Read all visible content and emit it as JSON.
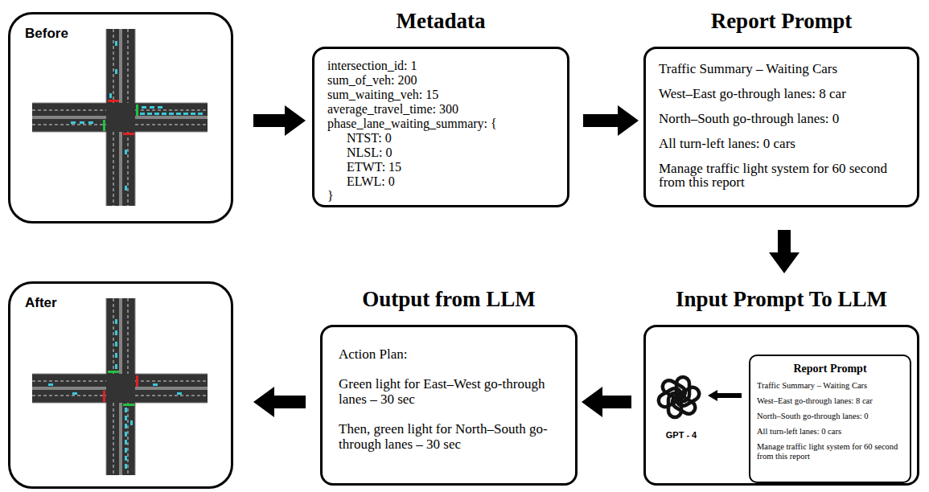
{
  "diagram": {
    "nodes": [
      {
        "text": [
          "Before"
        ]
      },
      {
        "text": [
          "Metadata",
          "intersection_id: 1",
          "sum_of_veh: 200",
          "sum_waiting_veh: 15",
          "average_travel_time: 300",
          "phase_lane_waiting_summary: {",
          "NTST: 0",
          "NLSL: 0",
          "ETWT: 15",
          "ELWL: 0",
          "}"
        ]
      },
      {
        "text": [
          "Report Prompt",
          "Traffic Summary – Waiting Cars",
          "West–East go-through lanes: 8 car",
          "North–South go-through lanes: 0",
          "All turn-left lanes: 0 cars",
          "Manage traffic light system for 60 second from this report"
        ]
      },
      {
        "text": [
          "Input Prompt To LLM",
          "GPT - 4"
        ]
      },
      {
        "text": [
          "Report Prompt",
          "Traffic Summary – Waiting Cars",
          "West–East go-through lanes: 8 car",
          "North–South go-through lanes: 0",
          "All turn-left lanes: 0 cars",
          "Manage traffic light system for 60 second from this report"
        ],
        "in": 3
      },
      {
        "text": [
          "Output from LLM",
          "Action Plan:",
          "Green light for East–West go-through lanes – 30 sec",
          "Then, green light for North–South go-through lanes – 30 sec"
        ]
      },
      {
        "text": [
          "After"
        ]
      }
    ],
    "edges": [
      {
        "from": 0,
        "to": 1,
        "arrow": "to"
      },
      {
        "from": 1,
        "to": 2,
        "arrow": "to"
      },
      {
        "from": 2,
        "to": 3,
        "arrow": "to"
      },
      {
        "from": 3,
        "to": 5,
        "arrow": "to"
      },
      {
        "from": 5,
        "to": 6,
        "arrow": "to"
      }
    ]
  }
}
